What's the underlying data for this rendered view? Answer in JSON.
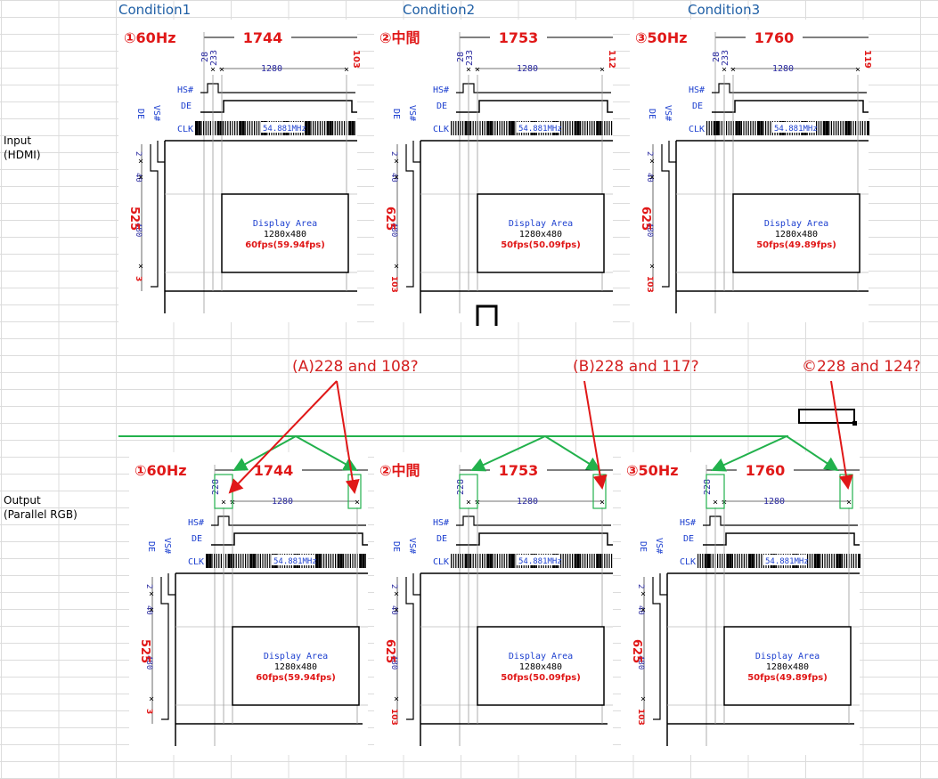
{
  "columns": [
    "Condition1",
    "Condition2",
    "Condition3"
  ],
  "rows": {
    "input": [
      "Input",
      "(HDMI)"
    ],
    "output": [
      "Output",
      "(Parallel RGB)"
    ]
  },
  "panels": [
    {
      "mode": "①60Hz",
      "total": "1744",
      "front": "28",
      "back": "233",
      "active": "1280",
      "tail": "103",
      "vtotal": "525",
      "vtail": "3",
      "fps": "60fps(59.94fps)"
    },
    {
      "mode": "②中間",
      "total": "1753",
      "front": "28",
      "back": "233",
      "active": "1280",
      "tail": "112",
      "vtotal": "625",
      "vtail": "103",
      "fps": "50fps(50.09fps)"
    },
    {
      "mode": "③50Hz",
      "total": "1760",
      "front": "28",
      "back": "233",
      "active": "1280",
      "tail": "119",
      "vtotal": "625",
      "vtail": "103",
      "fps": "50fps(49.89fps)"
    }
  ],
  "out_panels": [
    {
      "mode": "①60Hz",
      "total": "1744",
      "front": "228",
      "active": "1280",
      "vtotal": "525",
      "vtail": "3",
      "fps": "60fps(59.94fps)"
    },
    {
      "mode": "②中間",
      "total": "1753",
      "front": "228",
      "active": "1280",
      "vtotal": "625",
      "vtail": "103",
      "fps": "50fps(50.09fps)"
    },
    {
      "mode": "③50Hz",
      "total": "1760",
      "front": "228",
      "active": "1280",
      "vtotal": "625",
      "vtail": "103",
      "fps": "50fps(49.89fps)"
    }
  ],
  "signals": {
    "hs": "HS#",
    "de": "DE",
    "clk": "CLK",
    "clk_freq": "54.881MHz",
    "vs": "VS#",
    "de_v": "DE",
    "v_front": "2",
    "v_sync": "40",
    "v_active": "480"
  },
  "display": {
    "title": "Display Area",
    "res": "1280x480"
  },
  "annotations": {
    "a": "(A)228 and 108?",
    "b": "(B)228 and 117?",
    "c": "©228 and 124?"
  },
  "colors": {
    "arrow_red": "#e01818",
    "arrow_green": "#22b14c",
    "header_blue": "#1f5fa5"
  }
}
